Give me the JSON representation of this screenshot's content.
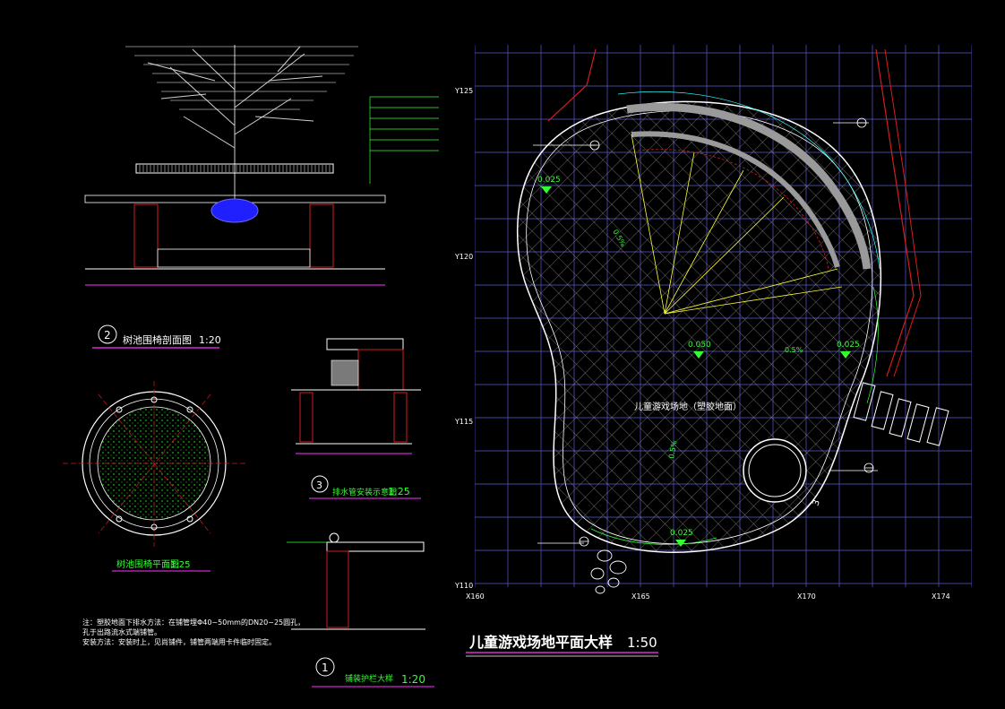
{
  "drawing": {
    "main_plan_title": "儿童游戏场地平面大样",
    "main_plan_scale": "1:50",
    "play_area_label": "儿童游戏场地（塑胶地面）",
    "grid_y_labels": [
      "Y125",
      "Y120",
      "Y115",
      "Y110"
    ],
    "grid_x_labels": [
      "X160",
      "X165",
      "X170",
      "X174"
    ],
    "elevations": [
      "0.025",
      "0.050",
      "0.025",
      "0.025"
    ],
    "slopes": [
      "0.5%",
      "0.5%",
      "0.5%"
    ],
    "callout_3": "3",
    "sections": {
      "tree_section": {
        "number": "2",
        "title": "树池围椅剖面图",
        "scale": "1:20"
      },
      "tree_plan": {
        "title": "树池围椅平面图",
        "scale": "1:25"
      },
      "drain_detail": {
        "number": "3",
        "title": "排水管安装示意图",
        "scale": "1:25"
      },
      "rail_detail": {
        "number": "1",
        "title": "铺装护栏大样",
        "scale": "1:20"
      }
    },
    "notes": [
      "注：塑胶地面下排水方法：在铺管埋Φ40~50mm的DN20~25圆孔，",
      "    孔于出路流水式端铺管。",
      "    安装方法：安装时上，见尚铺件，铺管两端用卡件临时固定。"
    ]
  },
  "colors": {
    "background": "#000000",
    "grid": "#5a5ad2",
    "outline": "#ffffff",
    "green": "#33ff33",
    "yellow": "#ffff33",
    "red": "#d21e1e",
    "magenta": "#ff33ff",
    "cyan": "#33ffff",
    "blue": "#2020ff",
    "gray": "#9a9a9a"
  }
}
